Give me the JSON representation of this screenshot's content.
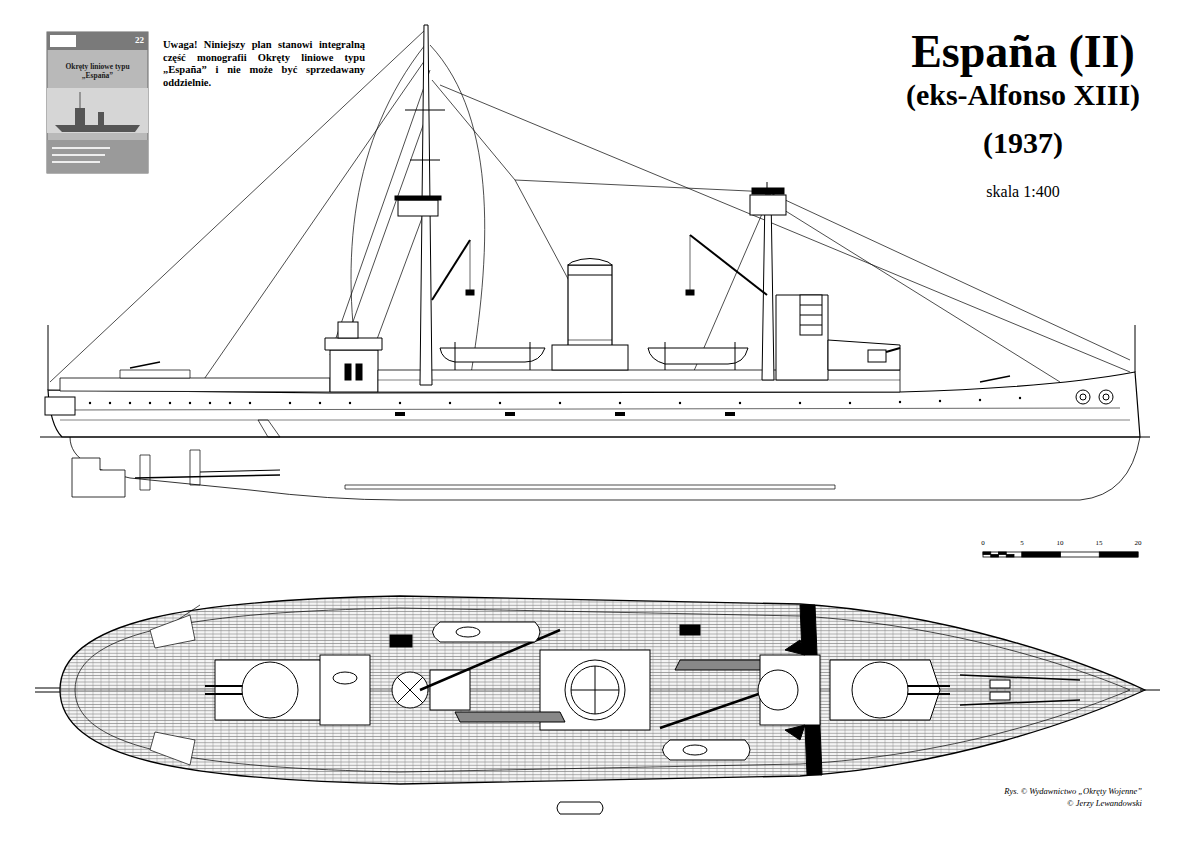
{
  "diagram": {
    "title": "España (II)",
    "labels": [
      "(eks-Alfonso XIII)",
      "(1937)",
      "skala 1:400",
      "Uwaga! Niniejszy plan stanowi integralną część monografii Okręty liniowe typu „España” i nie może być sprzedawany oddzielnie.",
      "22",
      "Okręty liniowe typu „España”",
      "0",
      "5",
      "10",
      "15",
      "20",
      "Rys. © Wydawnictwo „Okręty Wojenne”",
      "© Jerzy Lewandowski"
    ]
  }
}
